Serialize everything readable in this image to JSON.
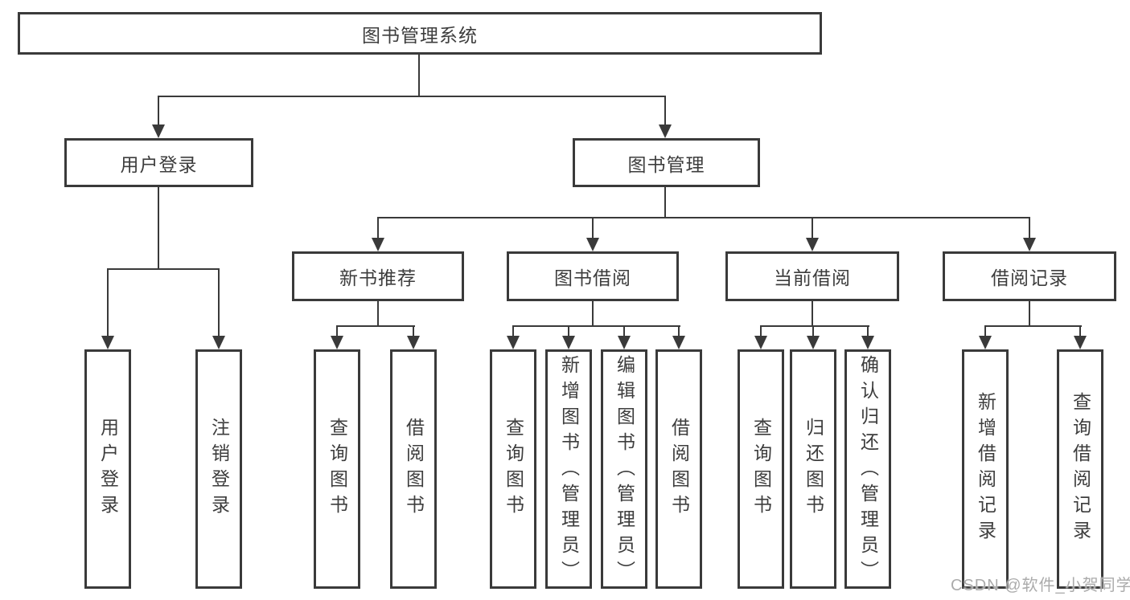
{
  "tree": {
    "root": {
      "label": "图书管理系统"
    },
    "branches": [
      {
        "label": "用户登录",
        "children": [
          "用户登录",
          "注销登录"
        ]
      },
      {
        "label": "图书管理",
        "children": [
          {
            "label": "新书推荐",
            "children": [
              "查询图书",
              "借阅图书"
            ]
          },
          {
            "label": "图书借阅",
            "children": [
              "查询图书",
              "新增图书（管理员）",
              "编辑图书（管理员）",
              "借阅图书"
            ]
          },
          {
            "label": "当前借阅",
            "children": [
              "查询图书",
              "归还图书",
              "确认归还（管理员）"
            ]
          },
          {
            "label": "借阅记录",
            "children": [
              "新增借阅记录",
              "查询借阅记录"
            ]
          }
        ]
      }
    ]
  },
  "watermark": "CSDN @软件_小贺同学",
  "colors": {
    "line": "#3a3a3a",
    "text": "#3d3d3d",
    "box_background": "#ffffff",
    "page_background": "#ffffff",
    "watermark": "#ababab"
  }
}
